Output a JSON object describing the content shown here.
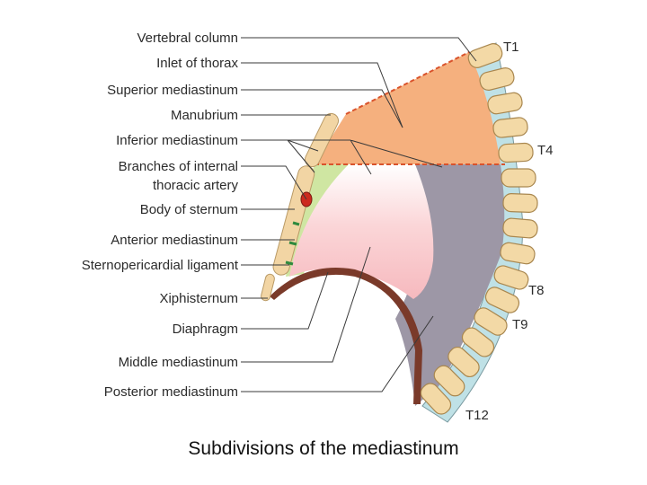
{
  "labels": {
    "vertebral_column": "Vertebral column",
    "inlet_of_thorax": "Inlet of thorax",
    "superior_mediastinum": "Superior mediastinum",
    "manubrium": "Manubrium",
    "inferior_mediastinum": "Inferior mediastinum",
    "branches_line1": "Branches of internal",
    "branches_line2": "thoracic artery",
    "body_of_sternum": "Body of sternum",
    "anterior_mediastinum": "Anterior mediastinum",
    "sternopericardial_ligament": "Sternopericardial ligament",
    "xiphisternum": "Xiphisternum",
    "diaphragm": "Diaphragm",
    "middle_mediastinum": "Middle mediastinum",
    "posterior_mediastinum": "Posterior mediastinum"
  },
  "vertebral_levels": {
    "t1": "T1",
    "t4": "T4",
    "t8": "T8",
    "t9": "T9",
    "t12": "T12"
  },
  "caption": "Subdivisions of the mediastinum",
  "colors": {
    "superior": "#f5b07e",
    "posterior": "#9d97a6",
    "middle": "#fbd2d4",
    "anterior": "#cfe6a2",
    "diaphragm": "#7a3a2a",
    "vertebra": "#f3d9a6",
    "disc": "#bfe1e6",
    "sternum": "#f2d5a4",
    "artery": "#cc2a1e"
  }
}
